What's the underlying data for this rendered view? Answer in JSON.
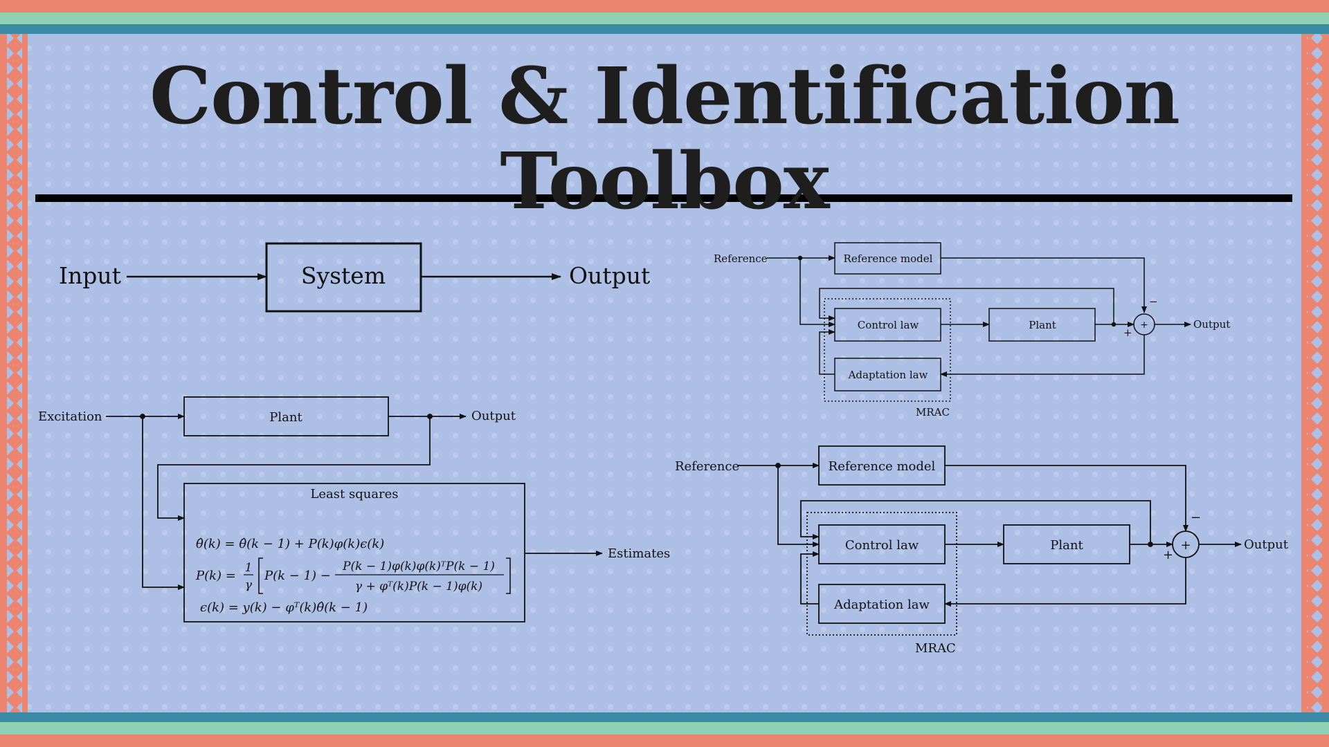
{
  "title": "Control & Identification Toolbox",
  "colors": {
    "background": "#aebfe6",
    "stripe_salmon": "#ec8570",
    "stripe_mint": "#8fd1b4",
    "stripe_teal": "#3a8aa5",
    "ink": "#111111"
  },
  "simple_system": {
    "input_label": "Input",
    "block_label": "System",
    "output_label": "Output"
  },
  "least_squares_diagram": {
    "excitation_label": "Excitation",
    "plant_label": "Plant",
    "output_label": "Output",
    "ls_block_title": "Least squares",
    "estimates_label": "Estimates",
    "equations": {
      "theta_update": "θ̂(k) = θ̂(k − 1) + P(k)φ(k)ϵ(k)",
      "p_update_lhs": "P(k) = ",
      "p_update_frac_num": "1",
      "p_update_frac_den": "γ",
      "p_update_inner_left": "P(k − 1) − ",
      "p_update_inner_num": "P(k − 1)φ(k)φ(k)ᵀP(k − 1)",
      "p_update_inner_den": "γ + φᵀ(k)P(k − 1)φ(k)",
      "error_eq": "ϵ(k) = y(k) − φᵀ(k)θ̂(k − 1)"
    }
  },
  "mrac_small": {
    "reference_label": "Reference",
    "reference_model_label": "Reference model",
    "control_law_label": "Control law",
    "plant_label": "Plant",
    "adaptation_law_label": "Adaptation law",
    "output_label": "Output",
    "group_label": "MRAC",
    "sum_symbol": "+",
    "minus_sign": "−",
    "plus_sign": "+"
  },
  "mrac_large": {
    "reference_label": "Reference",
    "reference_model_label": "Reference model",
    "control_law_label": "Control law",
    "plant_label": "Plant",
    "adaptation_law_label": "Adaptation law",
    "output_label": "Output",
    "group_label": "MRAC",
    "sum_symbol": "+",
    "minus_sign": "−",
    "plus_sign": "+"
  }
}
